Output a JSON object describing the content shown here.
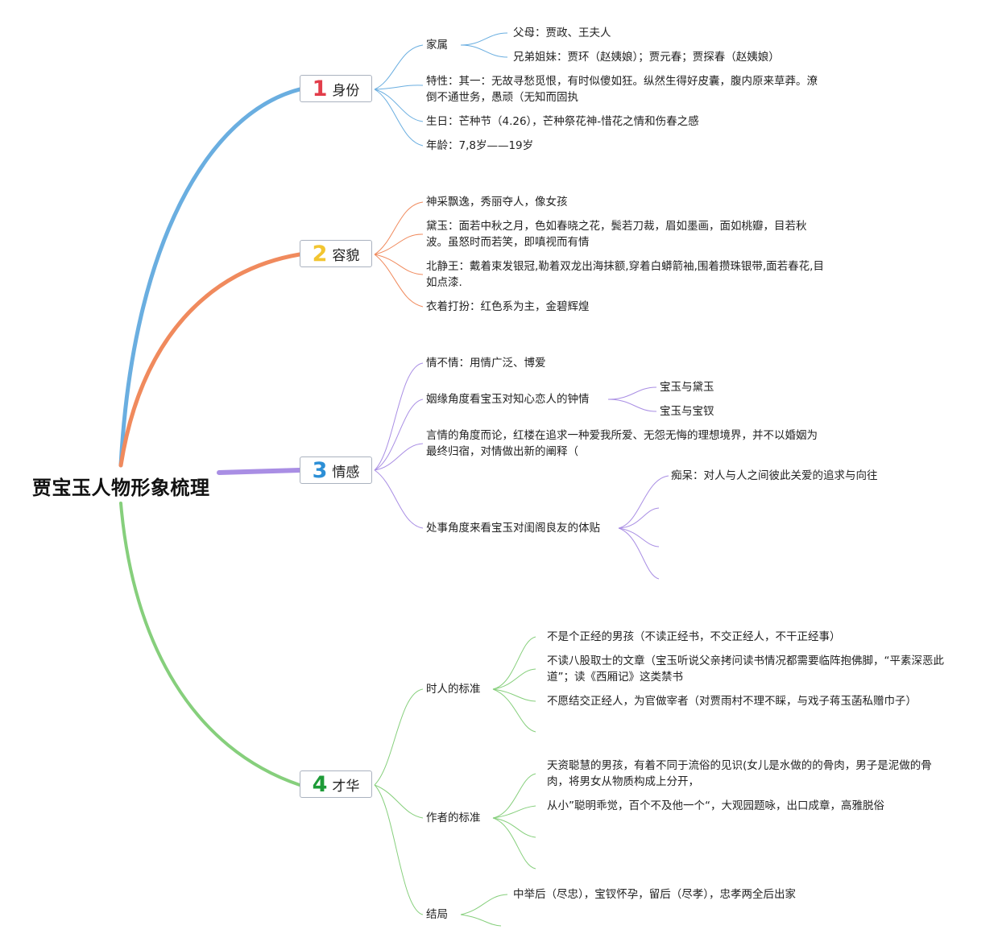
{
  "root": {
    "title": "贾宝玉人物形象梳理"
  },
  "colors": {
    "branch1": "#6aaee0",
    "branch2": "#f08a5d",
    "branch3": "#a98ee4",
    "branch4": "#86cf7c",
    "num1": "#e23d4a",
    "num2": "#f2c530",
    "num3": "#2c8fd6",
    "num4": "#1e9b38"
  },
  "branches": [
    {
      "num": "1",
      "label": "身份",
      "children": [
        {
          "text": "家属",
          "children": [
            {
              "text": "父母：贾政、王夫人"
            },
            {
              "text": "兄弟姐妹：贾环（赵姨娘）；贾元春；贾探春（赵姨娘）"
            }
          ]
        },
        {
          "text": "特性：其一：无故寻愁觅恨，有时似傻如狂。纵然生得好皮囊，腹内原来草莽。潦倒不通世务，愚顽（无知而固执"
        },
        {
          "text": "生日：芒种节（4.26），芒种祭花神-惜花之情和伤春之感"
        },
        {
          "text": "年龄：7,8岁——19岁"
        }
      ]
    },
    {
      "num": "2",
      "label": "容貌",
      "children": [
        {
          "text": "神采飘逸，秀丽夺人，像女孩"
        },
        {
          "text": "黛玉：面若中秋之月，色如春晓之花，鬓若刀裁，眉如墨画，面如桃瓣，目若秋波。虽怒时而若笑，即嗔视而有情"
        },
        {
          "text": "北静王：戴着束发银冠,勒着双龙出海抹额,穿着白蟒箭袖,围着攒珠银带,面若春花,目如点漆."
        },
        {
          "text": "衣着打扮：红色系为主，金碧辉煌"
        }
      ]
    },
    {
      "num": "3",
      "label": "情感",
      "children": [
        {
          "text": "情不情：用情广泛、博爱"
        },
        {
          "text": "姻缘角度看宝玉对知心恋人的钟情",
          "children": [
            {
              "text": "宝玉与黛玉"
            },
            {
              "text": "宝玉与宝钗"
            }
          ]
        },
        {
          "text": "言情的角度而论，红楼在追求一种爱我所爱、无怨无悔的理想境界，并不以婚姻为最终归宿，对情做出新的阐释（"
        },
        {
          "text": "处事角度来看宝玉对闺阁良友的体贴",
          "children": [
            {
              "text": "痴呆：对人与人之间彼此关爱的追求与向往"
            }
          ]
        }
      ]
    },
    {
      "num": "4",
      "label": "才华",
      "children": [
        {
          "text": "时人的标准",
          "children": [
            {
              "text": "不是个正经的男孩（不读正经书，不交正经人，不干正经事）"
            },
            {
              "text": "不读八股取士的文章（宝玉听说父亲拷问读书情况都需要临阵抱佛脚，“平素深恶此道”；读《西厢记》这类禁书"
            },
            {
              "text": "不愿结交正经人，为官做宰者（对贾雨村不理不睬，与戏子蒋玉菡私赠巾子）"
            }
          ]
        },
        {
          "text": "作者的标准",
          "children": [
            {
              "text": "天资聪慧的男孩，有着不同于流俗的见识(女儿是水做的的骨肉，男子是泥做的骨肉，将男女从物质构成上分开，"
            },
            {
              "text": "从小”聪明乖觉，百个不及他一个“，大观园题咏，出口成章，高雅脱俗"
            }
          ]
        },
        {
          "text": "结局",
          "children": [
            {
              "text": "中举后（尽忠），宝钗怀孕，留后（尽孝），忠孝两全后出家"
            }
          ]
        }
      ]
    }
  ]
}
